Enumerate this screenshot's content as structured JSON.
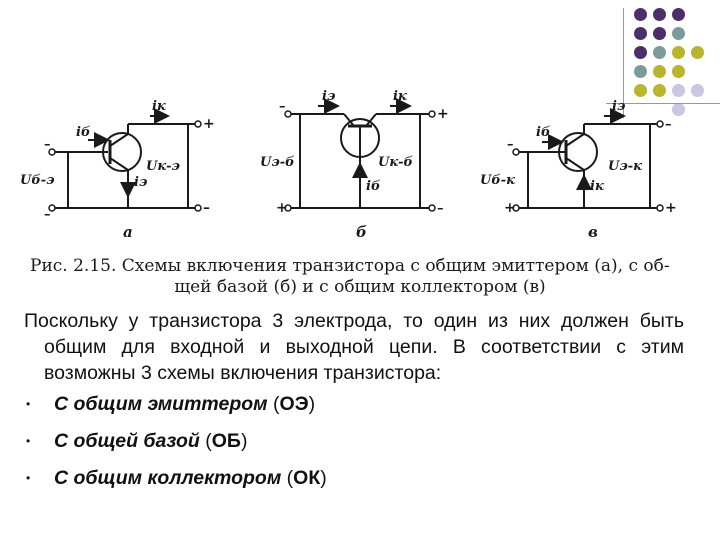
{
  "decor": {
    "colors": {
      "purple": "#4a2f6b",
      "teal": "#7c9a9a",
      "olive": "#b9b52e",
      "lavender": "#c8c6e0"
    }
  },
  "figure": {
    "circuits": [
      {
        "sub": "а",
        "labels": {
          "ik": "iк",
          "ib": "iб",
          "ie": "iэ",
          "uin": "Uб-э",
          "uout": "Uк-э"
        }
      },
      {
        "sub": "б",
        "labels": {
          "ie": "iэ",
          "ik": "iк",
          "ib": "iб",
          "uin": "Uэ-б",
          "uout": "Uк-б"
        }
      },
      {
        "sub": "в",
        "labels": {
          "ie": "iэ",
          "ib": "iб",
          "ik": "iк",
          "uin": "Uб-к",
          "uout": "Uэ-к"
        }
      }
    ],
    "plus": "+",
    "minus": "–",
    "caption_line1": "Рис. 2.15. Схемы включения транзистора с общим эмиттером (а), с об-",
    "caption_line2": "щей базой (б) и с общим коллектором (в)"
  },
  "text": {
    "paragraph": "Поскольку у транзистора 3 электрода, то один из них должен быть общим для входной и выходной цепи. В соответствии с этим возможны 3 схемы включения транзистора:",
    "bullet_mark": "•",
    "bullets": [
      {
        "em": "С общим эмиттером",
        "abbr_open": " (",
        "abbr": "ОЭ",
        "abbr_close": ")"
      },
      {
        "em": "С общей базой",
        "abbr_open": " (",
        "abbr": "ОБ",
        "abbr_close": ")"
      },
      {
        "em": "С общим коллектором",
        "abbr_open": " (",
        "abbr": "ОК",
        "abbr_close": ")"
      }
    ]
  }
}
